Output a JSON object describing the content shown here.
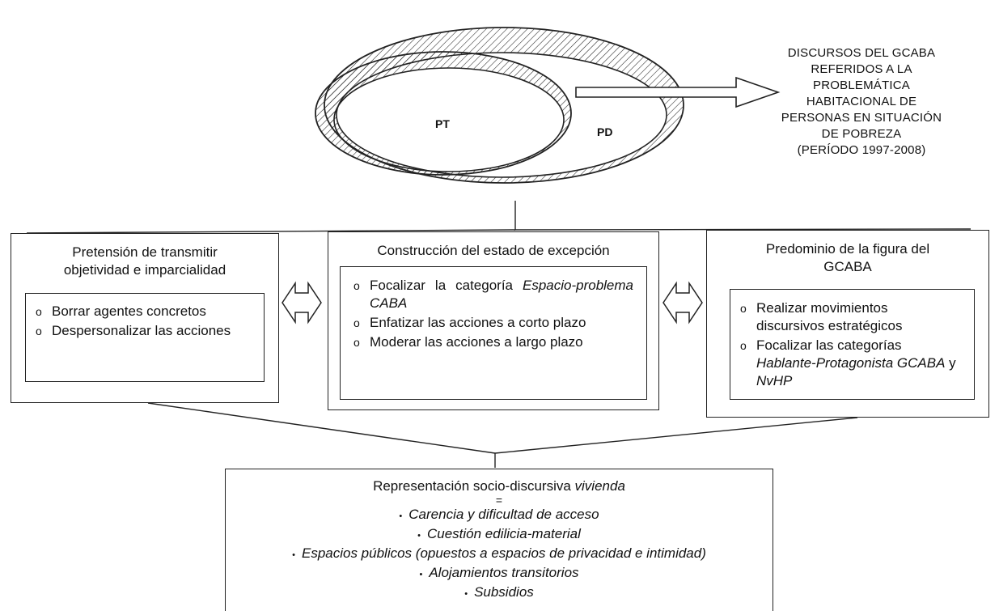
{
  "top": {
    "inner_label": "PT",
    "outer_label": "PD",
    "description_lines": [
      "DISCURSOS DEL GCABA",
      "REFERIDOS A LA",
      "PROBLEMÁTICA",
      "HABITACIONAL DE",
      "PERSONAS EN SITUACIÓN",
      "DE POBREZA",
      "(PERÍODO 1997-2008)"
    ]
  },
  "left_box": {
    "title_lines": [
      "Pretensión de transmitir",
      "objetividad e imparcialidad"
    ],
    "items": [
      {
        "text": "Borrar agentes concretos"
      },
      {
        "text": "Despersonalizar las acciones"
      }
    ]
  },
  "middle_box": {
    "title": "Construcción del estado de excepción",
    "item1_plain": "Focalizar la categoría ",
    "item1_italic": "Espacio-problema CABA",
    "item2": "Enfatizar las acciones a corto plazo",
    "item3": "Moderar las acciones a largo plazo"
  },
  "right_box": {
    "title_lines": [
      "Predominio de la figura del",
      "GCABA"
    ],
    "item1": "Realizar movimientos discursivos estratégicos",
    "item2_plain": "Focalizar las categorías ",
    "item2_italic": "Hablante-Protagonista GCABA",
    "item2_mid": " y ",
    "item2_italic2": "NvHP"
  },
  "bottom_box": {
    "title_plain": "Representación socio-discursiva ",
    "title_italic": "vivienda",
    "equals": "=",
    "bullets": [
      "Carencia y dificultad de acceso",
      "Cuestión edilicia-material",
      "Espacios públicos (opuestos a espacios de privacidad e intimidad)",
      "Alojamientos transitorios",
      "Subsidios"
    ]
  },
  "bullet_glyph": "o",
  "dot_glyph": "•"
}
